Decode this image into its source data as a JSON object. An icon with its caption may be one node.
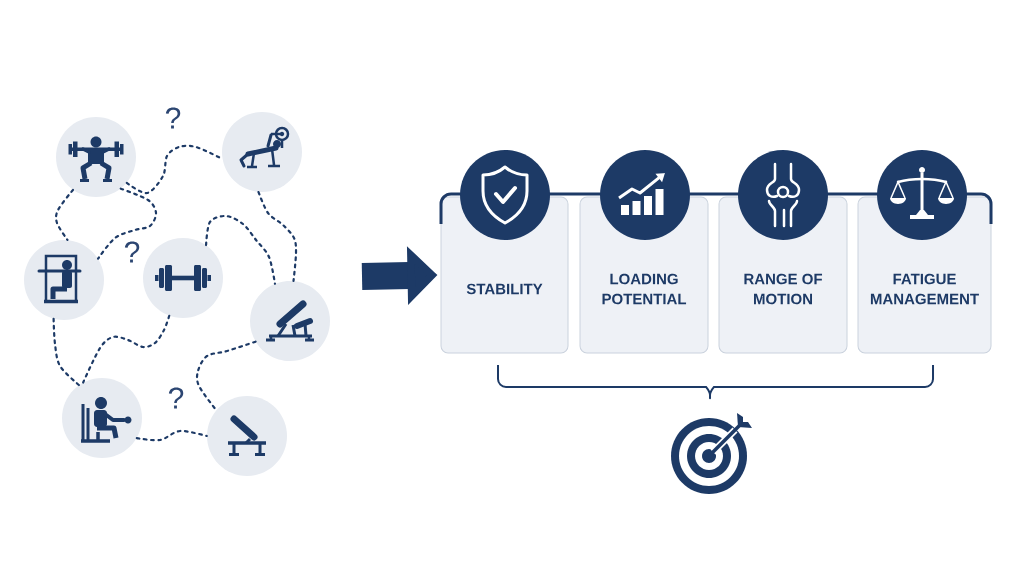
{
  "diagram": {
    "nodes": [
      {
        "text": [],
        "shape": "circle"
      },
      {
        "text": [],
        "shape": "circle"
      },
      {
        "text": [],
        "shape": "circle"
      },
      {
        "text": [],
        "shape": "circle"
      },
      {
        "text": [],
        "shape": "circle"
      },
      {
        "text": [],
        "shape": "circle"
      },
      {
        "text": [],
        "shape": "circle"
      },
      {
        "text": [
          "STABILITY"
        ]
      },
      {
        "text": [
          "LOADING POTENTIAL"
        ]
      },
      {
        "text": [
          "RANGE OF MOTION"
        ]
      },
      {
        "text": [
          "FATIGUE MANAGEMENT"
        ]
      }
    ],
    "edges": [
      {
        "from": 0,
        "to": 2,
        "arrow": "none",
        "style": "dashed"
      },
      {
        "from": 0,
        "to": 1,
        "arrow": "none",
        "style": "dashed"
      },
      {
        "from": 0,
        "to": 2,
        "arrow": "none",
        "style": "dashed"
      },
      {
        "from": 1,
        "to": 4,
        "arrow": "none",
        "style": "dashed"
      },
      {
        "from": 3,
        "to": 4,
        "arrow": "none",
        "style": "dashed"
      },
      {
        "from": 2,
        "to": 5,
        "arrow": "none",
        "style": "dashed"
      },
      {
        "from": 3,
        "to": 5,
        "arrow": "none",
        "style": "dashed"
      },
      {
        "from": 4,
        "to": 6,
        "arrow": "none",
        "style": "dashed"
      },
      {
        "from": 5,
        "to": 6,
        "arrow": "none",
        "style": "dashed"
      },
      {
        "from": null,
        "to": 7,
        "arrow": "to",
        "style": "thick"
      }
    ],
    "labels": [
      "?",
      "?",
      "?"
    ]
  }
}
